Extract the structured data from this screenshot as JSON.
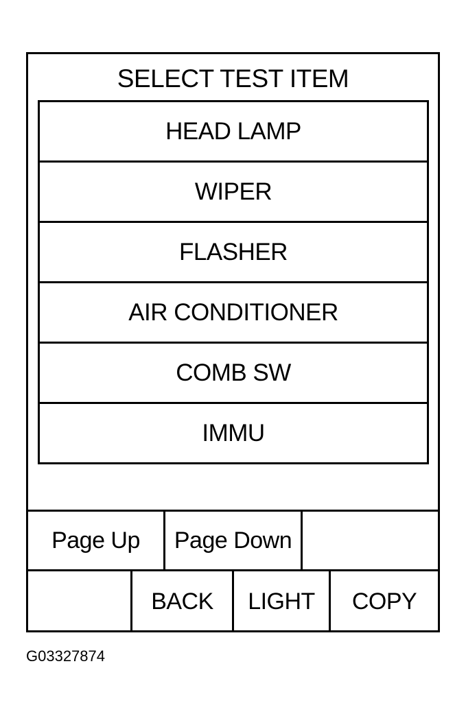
{
  "screen": {
    "title": "SELECT TEST ITEM",
    "items": [
      {
        "label": "HEAD LAMP"
      },
      {
        "label": "WIPER"
      },
      {
        "label": "FLASHER"
      },
      {
        "label": "AIR CONDITIONER"
      },
      {
        "label": "COMB SW"
      },
      {
        "label": "IMMU"
      }
    ]
  },
  "buttons": {
    "page_up": "Page Up",
    "page_down": "Page Down",
    "back": "BACK",
    "light": "LIGHT",
    "copy": "COPY"
  },
  "figure_id": "G03327874"
}
